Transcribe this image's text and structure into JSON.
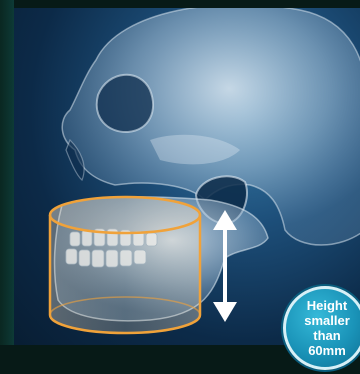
{
  "badge": {
    "line1": "Height",
    "line2": "smaller",
    "line3": "than",
    "line4": "60mm"
  },
  "colors": {
    "background": "#0c2a48",
    "cylinder_outline": "#f0a23a",
    "badge_fill": "#1a93b8",
    "arrow": "#ffffff"
  },
  "icons": [
    "skull-illustration",
    "measurement-cylinder",
    "double-arrow-icon",
    "info-badge"
  ]
}
